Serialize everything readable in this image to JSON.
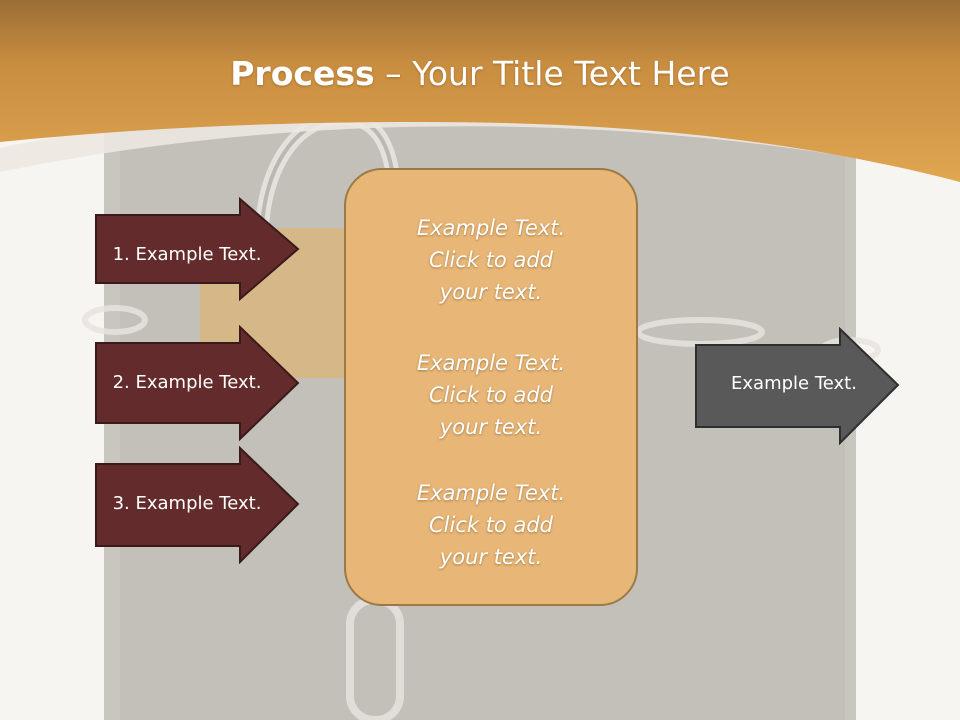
{
  "slide": {
    "title_bold": "Process",
    "title_rest": " – Your Title Text Here",
    "left_arrows": [
      {
        "label": "1. Example Text."
      },
      {
        "label": "2. Example Text."
      },
      {
        "label": "3. Example Text."
      }
    ],
    "center_blocks": [
      {
        "lines": [
          "Example Text.",
          "Click  to add",
          "your text."
        ]
      },
      {
        "lines": [
          "Example Text.",
          "Click  to add",
          "your text."
        ]
      },
      {
        "lines": [
          "Example Text.",
          "Click  to add",
          "your text."
        ]
      }
    ],
    "right_arrow": {
      "label": "Example Text."
    }
  },
  "colors": {
    "header": "#d9a04c",
    "left_arrow_fill": "#632b2b",
    "right_arrow_fill": "#595959",
    "center_box_fill": "#e8b676"
  }
}
